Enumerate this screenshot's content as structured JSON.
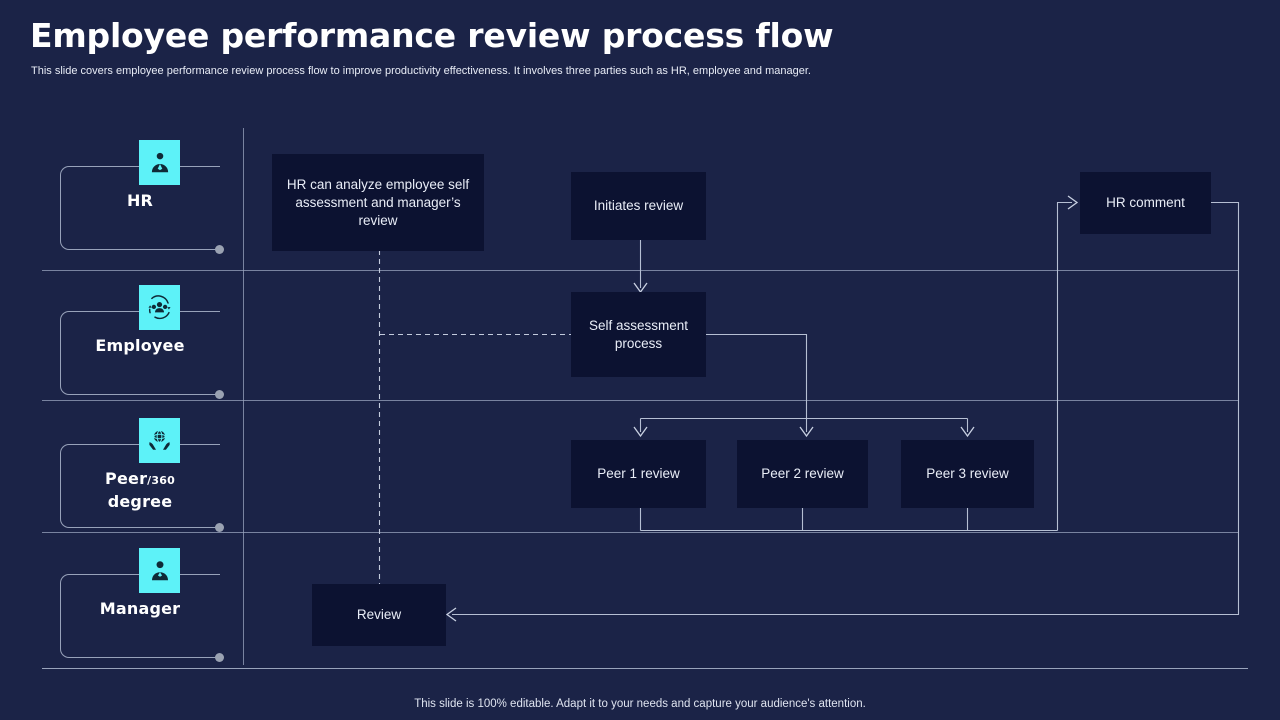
{
  "header": {
    "title": "Employee performance review process flow",
    "subtitle": "This slide covers employee performance review process flow to improve productivity effectiveness. It involves three parties such as HR, employee and manager."
  },
  "footer": {
    "note": "This slide is 100% editable. Adapt it to your needs and capture your audience's attention."
  },
  "theme": {
    "background": "#1b2347",
    "node_fill": "#0c1231",
    "accent": "#5df2f8",
    "line": "#b6bfd3",
    "text": "#ffffff"
  },
  "lanes": [
    {
      "id": "hr",
      "label": "HR",
      "label_sub": "",
      "icon": "businessperson-icon"
    },
    {
      "id": "employee",
      "label": "Employee",
      "label_sub": "",
      "icon": "team-cycle-icon"
    },
    {
      "id": "peer",
      "label": "Peer",
      "label_sub": "/360",
      "label_line2": "degree",
      "icon": "hands-globe-icon"
    },
    {
      "id": "manager",
      "label": "Manager",
      "label_sub": "",
      "icon": "manager-icon"
    }
  ],
  "nodes": [
    {
      "id": "hr-analyze",
      "lane": "hr",
      "text": "HR can analyze employee self assessment and manager’s review"
    },
    {
      "id": "initiates",
      "lane": "hr",
      "text": "Initiates review"
    },
    {
      "id": "hr-comment",
      "lane": "hr",
      "text": "HR comment"
    },
    {
      "id": "self-assessment",
      "lane": "employee",
      "text": "Self assessment process"
    },
    {
      "id": "peer1",
      "lane": "peer",
      "text": "Peer 1 review"
    },
    {
      "id": "peer2",
      "lane": "peer",
      "text": "Peer 2 review"
    },
    {
      "id": "peer3",
      "lane": "peer",
      "text": "Peer 3 review"
    },
    {
      "id": "review",
      "lane": "manager",
      "text": "Review"
    }
  ]
}
